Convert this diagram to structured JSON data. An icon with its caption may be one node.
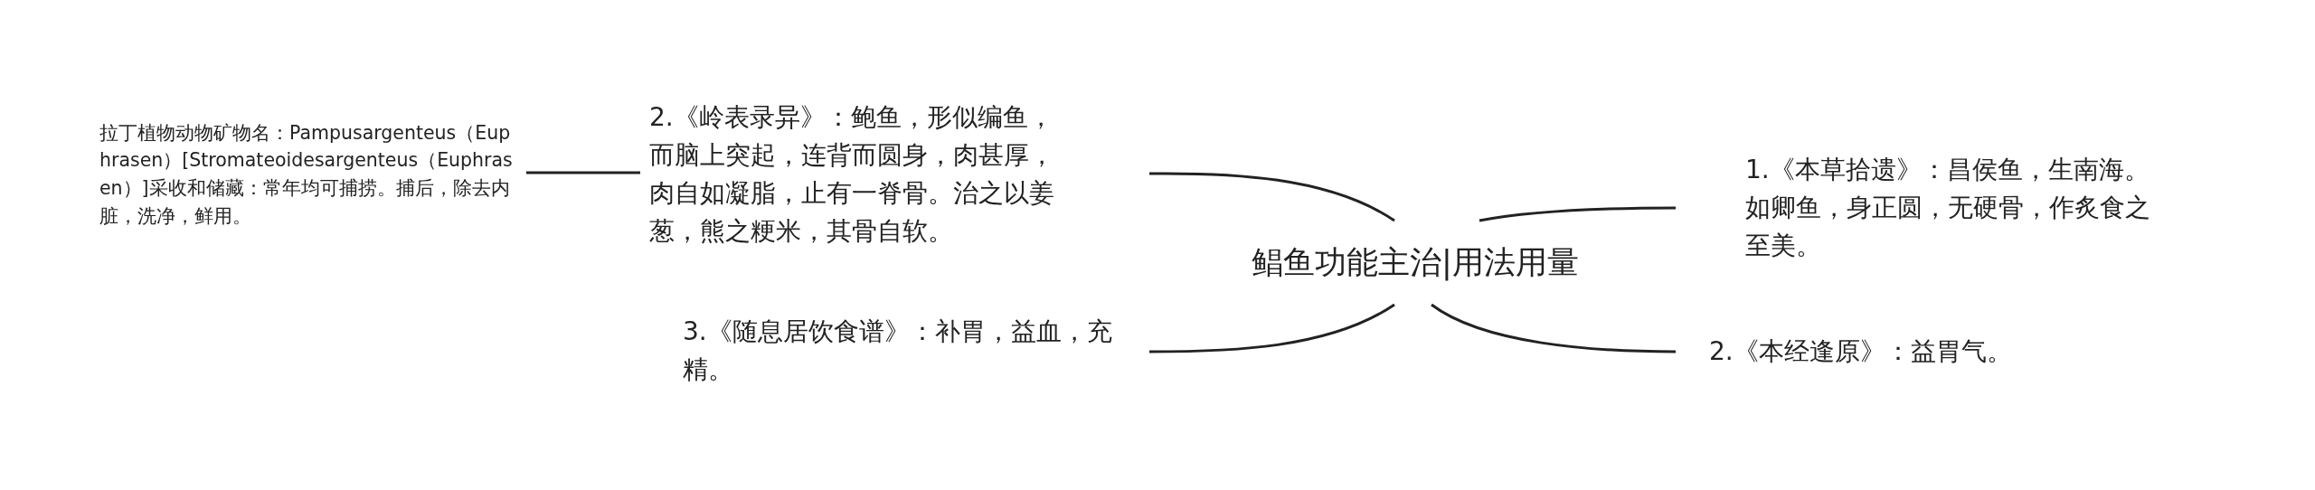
{
  "diagram": {
    "nodes": [
      {
        "text": [
          "鲳鱼功能主治|用法用量"
        ]
      },
      {
        "text": [
          "2.《岭表录异》：鲍鱼，形似编鱼，而脑上突起，连背而圆身，肉甚厚，肉自如凝脂，止有一脊骨。治之以姜葱，熊之粳米，其骨自软。"
        ]
      },
      {
        "text": [
          "拉丁植物动物矿物名：Pampusargenteus（Euphrasen）[Stromateoidesargenteus（Euphrasen）]采收和储藏：常年均可捕捞。捕后，除去内脏，洗净，鲜用。"
        ]
      },
      {
        "text": [
          "3.《随息居饮食谱》：补胃，益血，充精。"
        ]
      },
      {
        "text": [
          "1.《本草拾遗》：昌侯鱼，生南海。如卿鱼，身正圆，无硬骨，作炙食之至美。"
        ]
      },
      {
        "text": [
          "2.《本经逢原》：益胃气。"
        ]
      }
    ],
    "edges": [
      {
        "from": 0,
        "to": 1,
        "arrow": "none"
      },
      {
        "from": 1,
        "to": 2,
        "arrow": "none"
      },
      {
        "from": 0,
        "to": 3,
        "arrow": "none"
      },
      {
        "from": 0,
        "to": 4,
        "arrow": "none"
      },
      {
        "from": 0,
        "to": 5,
        "arrow": "none"
      }
    ]
  }
}
